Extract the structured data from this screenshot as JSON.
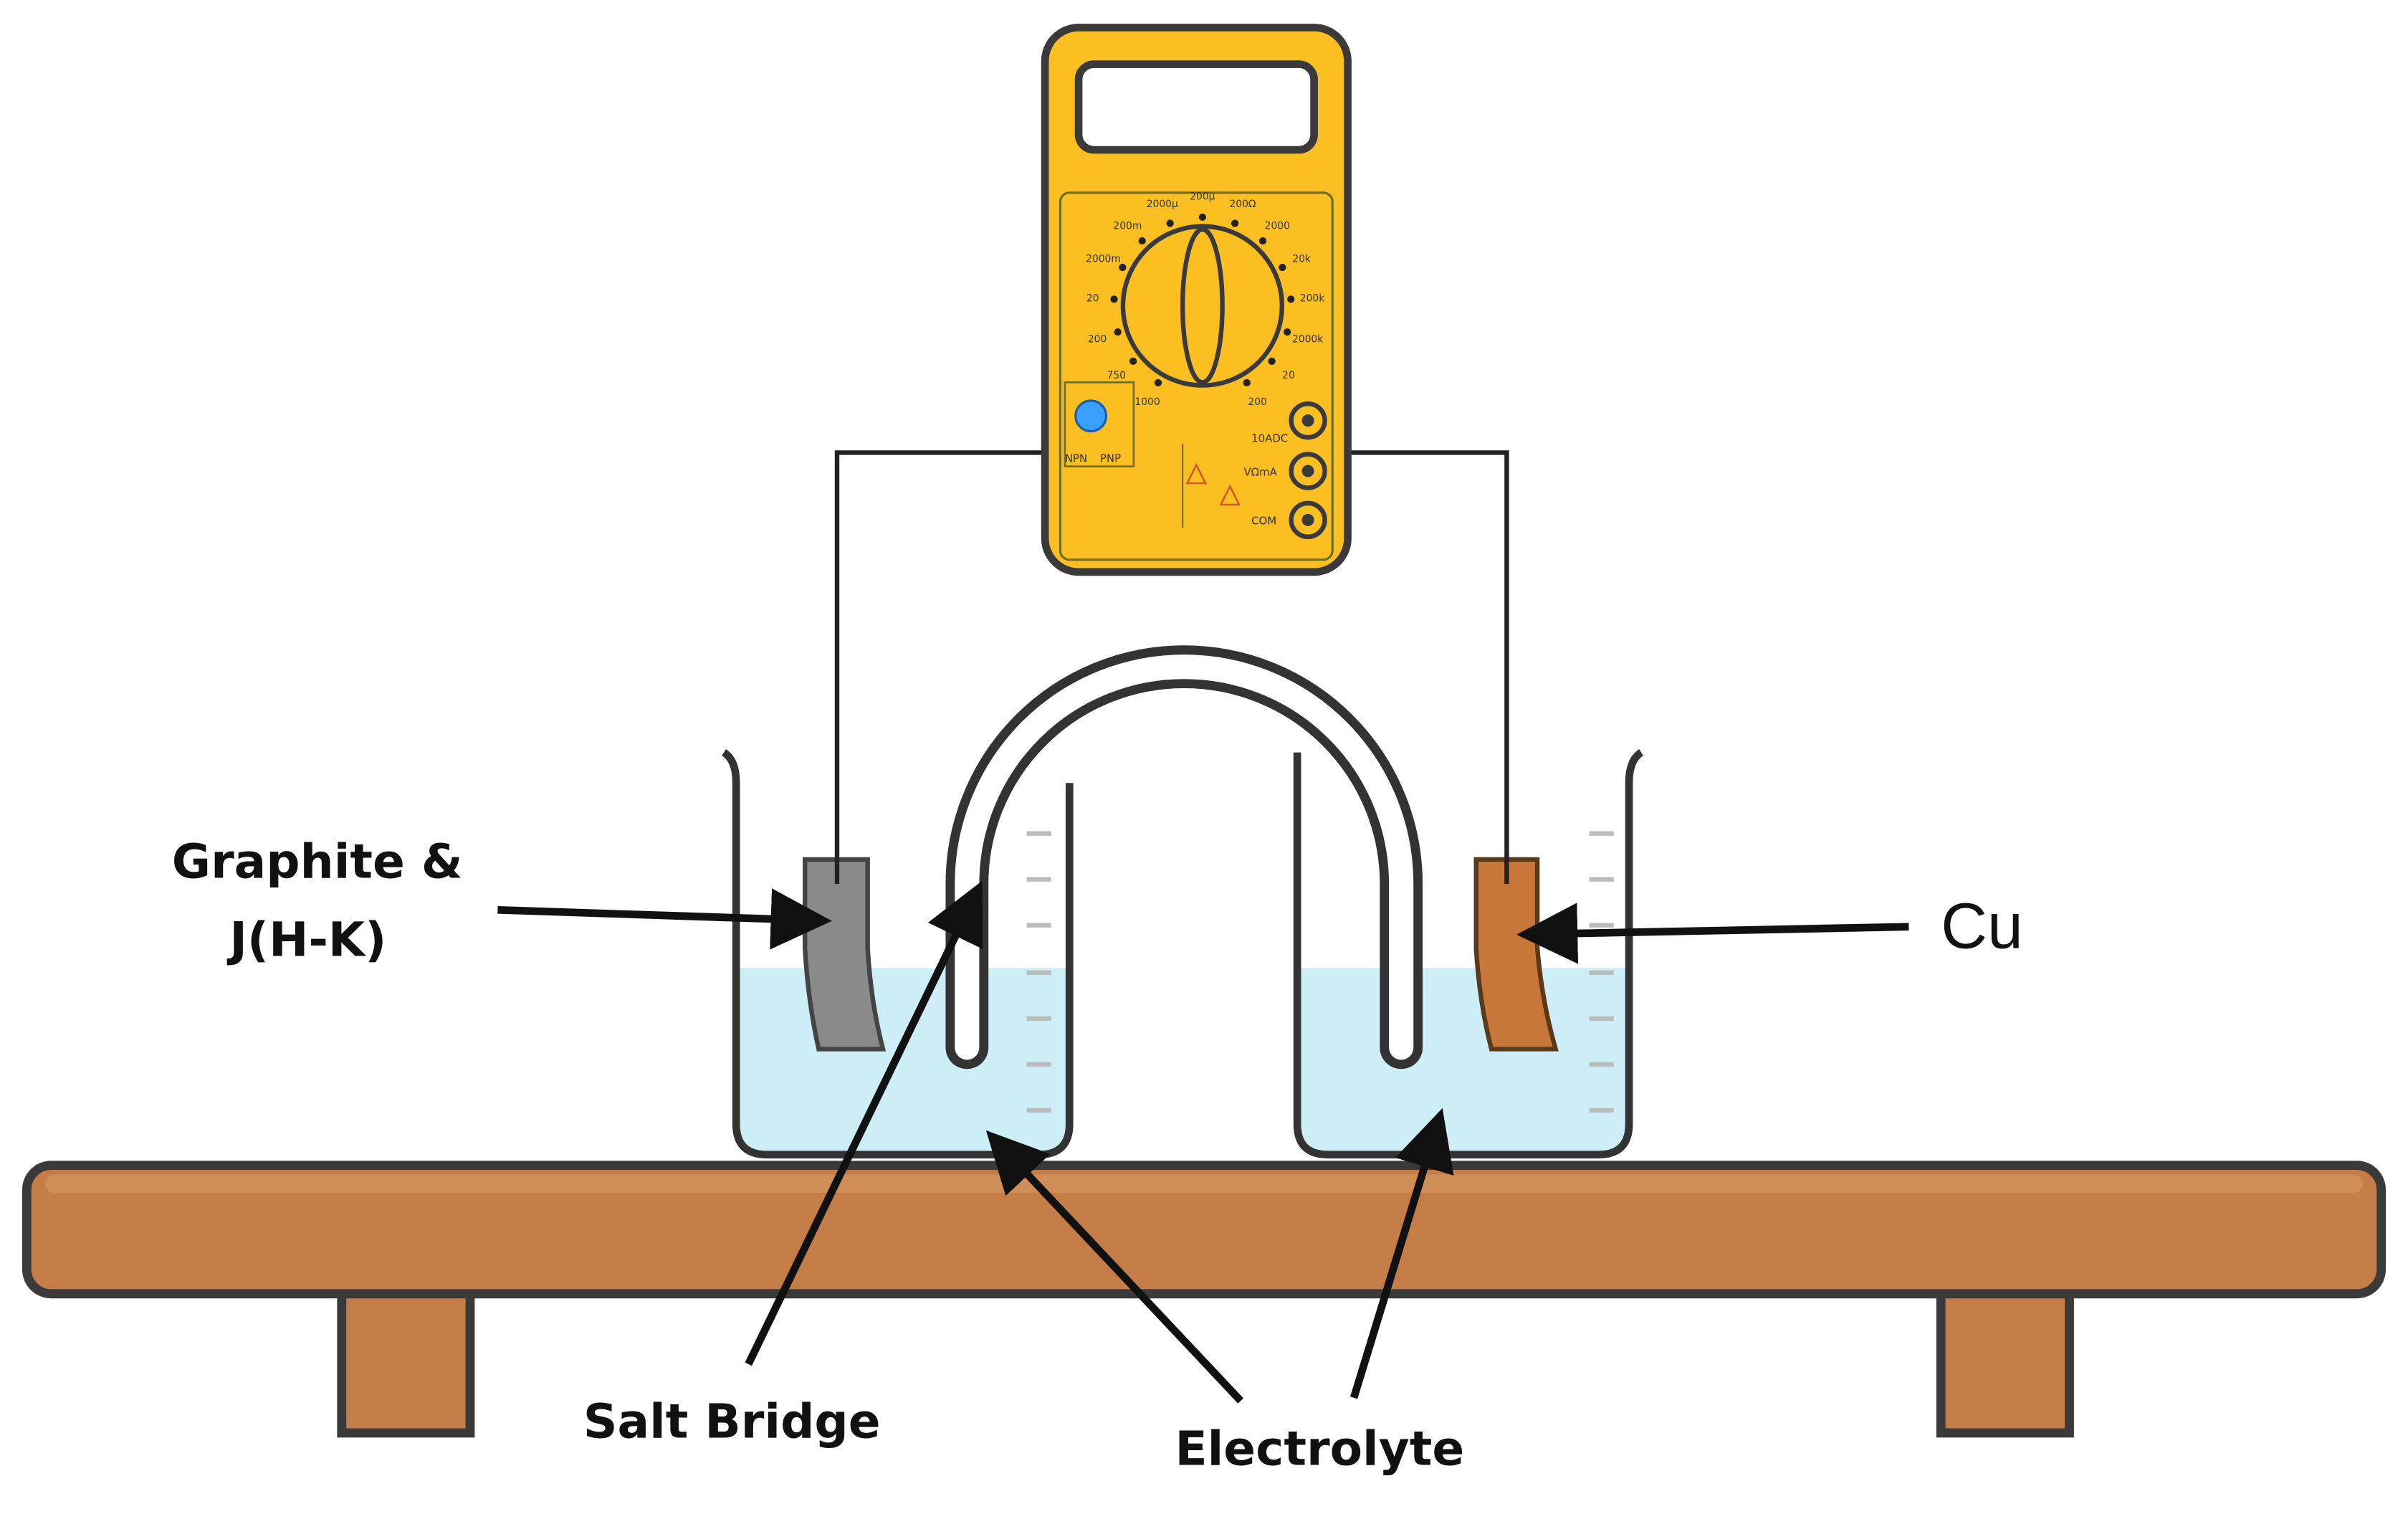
{
  "labels": {
    "graphite_line1": "Graphite &",
    "graphite_line2": "J(H-K)",
    "copper": "Cu",
    "salt_bridge": "Salt Bridge",
    "electrolyte": "Electrolyte"
  },
  "colors": {
    "table_wood": "#c47d46",
    "table_outline": "#3a3a3a",
    "electrolyte": "#cdeef6",
    "graphite_electrode": "#8a8a8a",
    "copper_electrode": "#c8773a",
    "multimeter_body": "#fbbf22",
    "multimeter_outline": "#3a3a3a",
    "wire": "#222222",
    "arrow": "#111111"
  },
  "multimeter": {
    "dial_scale": [
      "1000",
      "750",
      "200",
      "20",
      "2000m",
      "200m",
      "2000µ",
      "200µ",
      "200Ω",
      "2000",
      "20k",
      "200k",
      "2000k",
      "20",
      "200"
    ],
    "jacks": [
      "10ADC",
      "VΩmA",
      "COM"
    ],
    "transistor_labels": [
      "NPN",
      "PNP"
    ]
  }
}
